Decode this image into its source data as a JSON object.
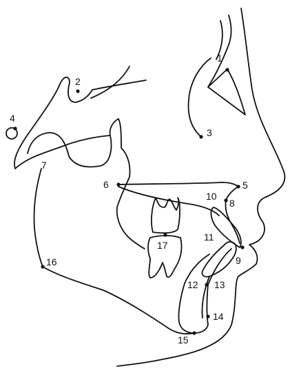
{
  "figure": {
    "colors": {
      "line": "#111111",
      "background": "#ffffff"
    },
    "landmarks": [
      {
        "id": 1,
        "label": "1"
      },
      {
        "id": 2,
        "label": "2"
      },
      {
        "id": 3,
        "label": "3"
      },
      {
        "id": 4,
        "label": "4"
      },
      {
        "id": 5,
        "label": "5"
      },
      {
        "id": 6,
        "label": "6"
      },
      {
        "id": 7,
        "label": "7"
      },
      {
        "id": 8,
        "label": "8"
      },
      {
        "id": 9,
        "label": "9"
      },
      {
        "id": 10,
        "label": "10"
      },
      {
        "id": 11,
        "label": "11"
      },
      {
        "id": 12,
        "label": "12"
      },
      {
        "id": 13,
        "label": "13"
      },
      {
        "id": 14,
        "label": "14"
      },
      {
        "id": 15,
        "label": "15"
      },
      {
        "id": 16,
        "label": "16"
      },
      {
        "id": 17,
        "label": "17"
      }
    ]
  }
}
